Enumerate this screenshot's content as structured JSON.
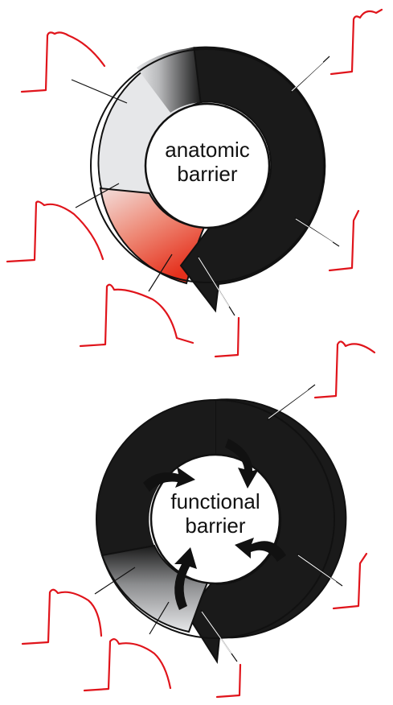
{
  "diagrams": [
    {
      "label_lines": [
        "anatomic",
        "barrier"
      ]
    },
    {
      "label_lines": [
        "functional",
        "barrier"
      ]
    }
  ],
  "colors": {
    "ring_dark": "#1a1a1a",
    "ring_light": "#e6e7e9",
    "ring_excited": "#e5412c",
    "trace": "#e0141b",
    "background": "#ffffff"
  }
}
